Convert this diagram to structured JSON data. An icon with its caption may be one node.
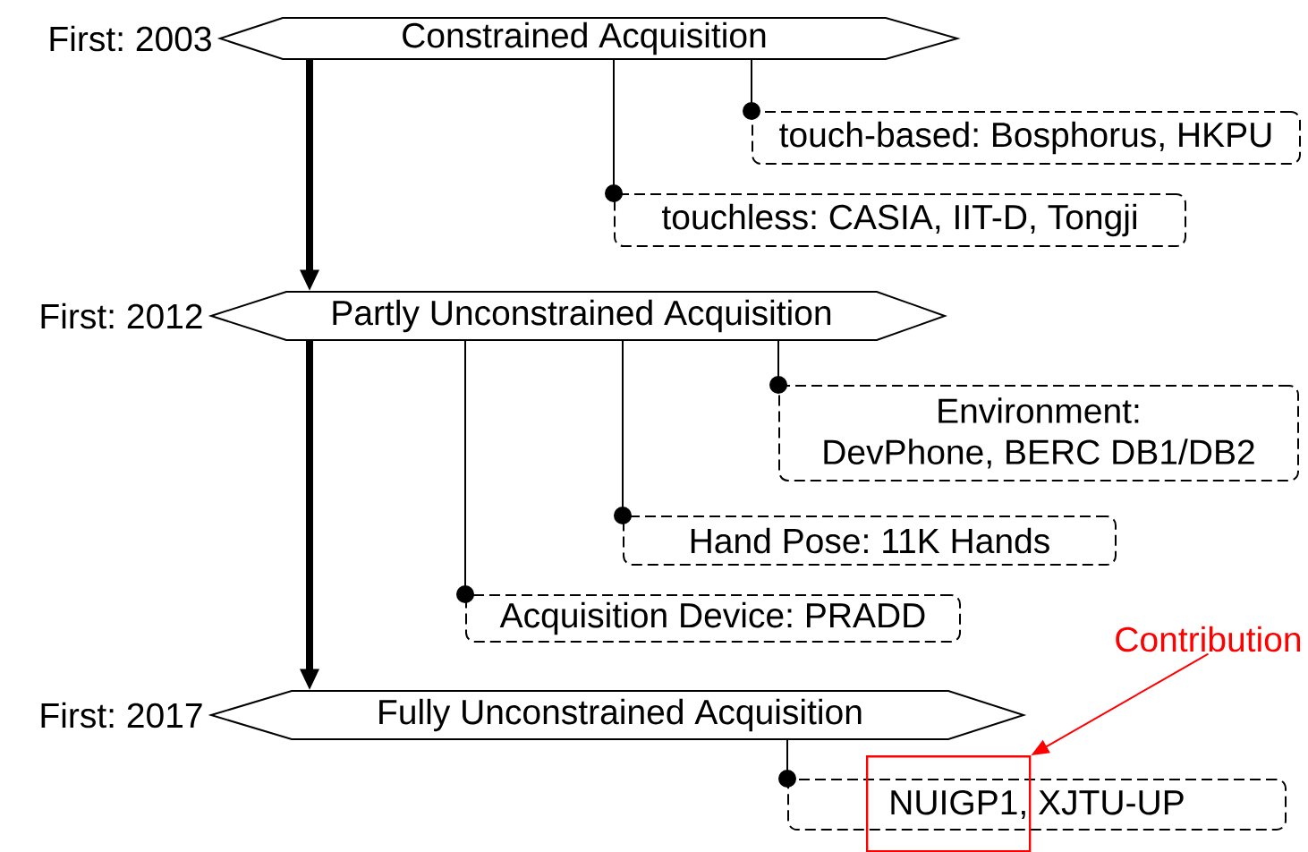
{
  "diagram": {
    "nodes": [
      {
        "text": [
          "Constrained Acquisition"
        ],
        "beside": [
          "First: 2003"
        ]
      },
      {
        "text": [
          "touch-based: Bosphorus, HKPU"
        ]
      },
      {
        "text": [
          "touchless: CASIA, IIT-D, Tongji"
        ]
      },
      {
        "text": [
          "Partly Unconstrained Acquisition"
        ],
        "beside": [
          "First: 2012"
        ]
      },
      {
        "text": [
          "Environment:",
          "DevPhone, BERC DB1/DB2"
        ]
      },
      {
        "text": [
          "Hand Pose: 11K Hands"
        ]
      },
      {
        "text": [
          "Acquisition Device: PRADD"
        ]
      },
      {
        "text": [
          "Fully Unconstrained Acquisition"
        ],
        "beside": [
          "First: 2017"
        ]
      },
      {
        "text": [
          "NUIGP1, XJTU-UP"
        ]
      },
      {
        "text": [
          "Contribution"
        ]
      },
      {
        "text": [],
        "shape": "box"
      }
    ],
    "edges": [
      {
        "from": 0,
        "to": 3,
        "arrow": "to",
        "style": "thick"
      },
      {
        "from": 3,
        "to": 7,
        "arrow": "to",
        "style": "thick"
      },
      {
        "from": 0,
        "to": 1,
        "arrow": "other"
      },
      {
        "from": 0,
        "to": 2,
        "arrow": "other"
      },
      {
        "from": 3,
        "to": 4,
        "arrow": "other"
      },
      {
        "from": 3,
        "to": 5,
        "arrow": "other"
      },
      {
        "from": 3,
        "to": 6,
        "arrow": "other"
      },
      {
        "from": 7,
        "to": 8,
        "arrow": "other"
      },
      {
        "from": 9,
        "to": 10,
        "arrow": "to",
        "color": "#ff0000"
      }
    ]
  }
}
